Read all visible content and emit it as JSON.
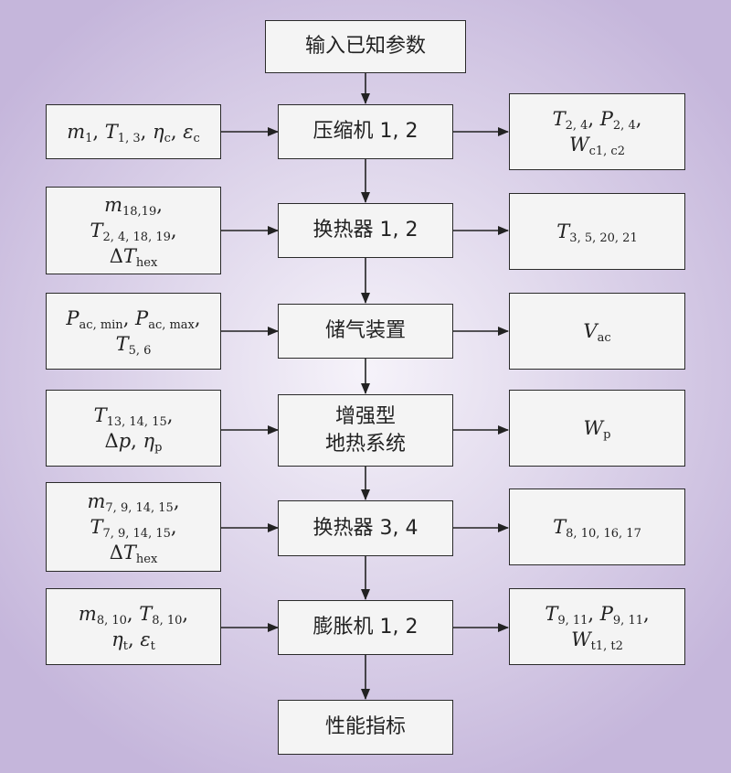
{
  "steps": [
    {
      "id": "s0",
      "lines": [
        "输入已知参数"
      ]
    },
    {
      "id": "s1",
      "lines": [
        "压缩机 1, 2"
      ]
    },
    {
      "id": "s2",
      "lines": [
        "换热器 1, 2"
      ]
    },
    {
      "id": "s3",
      "lines": [
        "储气装置"
      ]
    },
    {
      "id": "s4",
      "lines": [
        "增强型",
        "地热系统"
      ]
    },
    {
      "id": "s5",
      "lines": [
        "换热器 3, 4"
      ]
    },
    {
      "id": "s6",
      "lines": [
        "膨胀机 1, 2"
      ]
    },
    {
      "id": "s7",
      "lines": [
        "性能指标"
      ]
    }
  ],
  "inputs": [
    {
      "step": "s1",
      "lines": [
        [
          [
            "m",
            "1"
          ],
          ", "
        ],
        [
          [
            "T",
            "1, 3"
          ],
          ", "
        ],
        [
          [
            "η",
            "c"
          ],
          ", "
        ],
        [
          [
            "ε",
            "c"
          ]
        ]
      ]
    },
    {
      "step": "s2",
      "lines": [
        [
          [
            "m",
            "18,19"
          ],
          ","
        ]
      ],
      "more": [
        [
          [
            [
              "T",
              "2, 4, 18, 19"
            ],
            ","
          ]
        ],
        [
          [
            "Δ",
            ""
          ],
          [
            "T",
            "hex"
          ]
        ]
      ]
    },
    {
      "step": "s3",
      "lines": [
        [
          [
            "P",
            "ac, min"
          ],
          ", "
        ],
        [
          [
            "P",
            "ac, max"
          ],
          ","
        ]
      ],
      "more": [
        [
          [
            "T",
            "5, 6"
          ]
        ]
      ]
    },
    {
      "step": "s4",
      "lines": [
        [
          [
            "T",
            "13, 14, 15"
          ],
          ","
        ]
      ],
      "more": [
        [
          [
            "Δ",
            ""
          ],
          [
            "p",
            ""
          ],
          ", "
        ],
        [
          [
            "η",
            "p"
          ]
        ]
      ]
    },
    {
      "step": "s5",
      "lines": [
        [
          [
            "m",
            "7, 9, 14, 15"
          ],
          ","
        ]
      ],
      "more": [
        [
          [
            [
              "T",
              "7, 9, 14, 15"
            ],
            ","
          ]
        ],
        [
          [
            "Δ",
            ""
          ],
          [
            "T",
            "hex"
          ]
        ]
      ]
    },
    {
      "step": "s6",
      "lines": [
        [
          [
            "m",
            "8, 10"
          ],
          ", "
        ],
        [
          [
            "T",
            "8, 10"
          ],
          ","
        ]
      ],
      "more": [
        [
          [
            [
              "η",
              "t"
            ],
            ", "
          ],
          [
            [
              "ε",
              "t"
            ]
          ]
        ]
      ]
    }
  ],
  "outputs": [
    {
      "step": "s1",
      "text": [
        [
          [
            "T",
            "2, 4"
          ],
          ", "
        ],
        [
          [
            "P",
            "2, 4"
          ],
          ","
        ]
      ],
      "more": [
        [
          [
            "W",
            "c1, c2"
          ]
        ]
      ]
    },
    {
      "step": "s2",
      "text": [
        [
          [
            "T",
            "3, 5, 20, 21"
          ]
        ]
      ]
    },
    {
      "step": "s3",
      "text": [
        [
          [
            "V",
            "ac"
          ]
        ]
      ]
    },
    {
      "step": "s4",
      "text": [
        [
          [
            "W",
            "p"
          ]
        ]
      ]
    },
    {
      "step": "s5",
      "text": [
        [
          [
            "T",
            "8, 10, 16, 17"
          ]
        ]
      ]
    },
    {
      "step": "s6",
      "text": [
        [
          [
            "T",
            "9, 11"
          ],
          ", "
        ],
        [
          [
            "P",
            "9, 11"
          ],
          ","
        ]
      ],
      "more": [
        [
          [
            "W",
            "t1, t2"
          ]
        ]
      ]
    }
  ],
  "input_lines": {
    "s1": [
      "m|1|, ",
      "T|1, 3|, ",
      "η|c|, ",
      "ε|c|"
    ],
    "s2a": [
      "m|18,19|,"
    ],
    "s2b": [
      "T|2, 4, 18, 19|,"
    ],
    "s2c": [
      "ΔT|hex|"
    ],
    "s3a": [
      "P|ac, min|, ",
      "P|ac, max|,"
    ],
    "s3b": [
      "T|5, 6|"
    ],
    "s4a": [
      "T|13, 14, 15|,"
    ],
    "s4b": [
      "Δp||, ",
      "η|p|"
    ],
    "s5a": [
      "m|7, 9, 14, 15|,"
    ],
    "s5b": [
      "T|7, 9, 14, 15|,"
    ],
    "s5c": [
      "ΔT|hex|"
    ],
    "s6a": [
      "m|8, 10|, ",
      "T|8, 10|,"
    ],
    "s6b": [
      "η|t|, ",
      "ε|t|"
    ]
  },
  "output_lines": {
    "s1a": [
      "T|2, 4|, ",
      "P|2, 4|,"
    ],
    "s1b": [
      "W|c1, c2|"
    ],
    "s2": [
      "T|3, 5, 20, 21|"
    ],
    "s3": [
      "V|ac|"
    ],
    "s4": [
      "W|p|"
    ],
    "s5": [
      "T|8, 10, 16, 17|"
    ],
    "s6a": [
      "T|9, 11|, ",
      "P|9, 11|,"
    ],
    "s6b": [
      "W|t1, t2|"
    ]
  }
}
